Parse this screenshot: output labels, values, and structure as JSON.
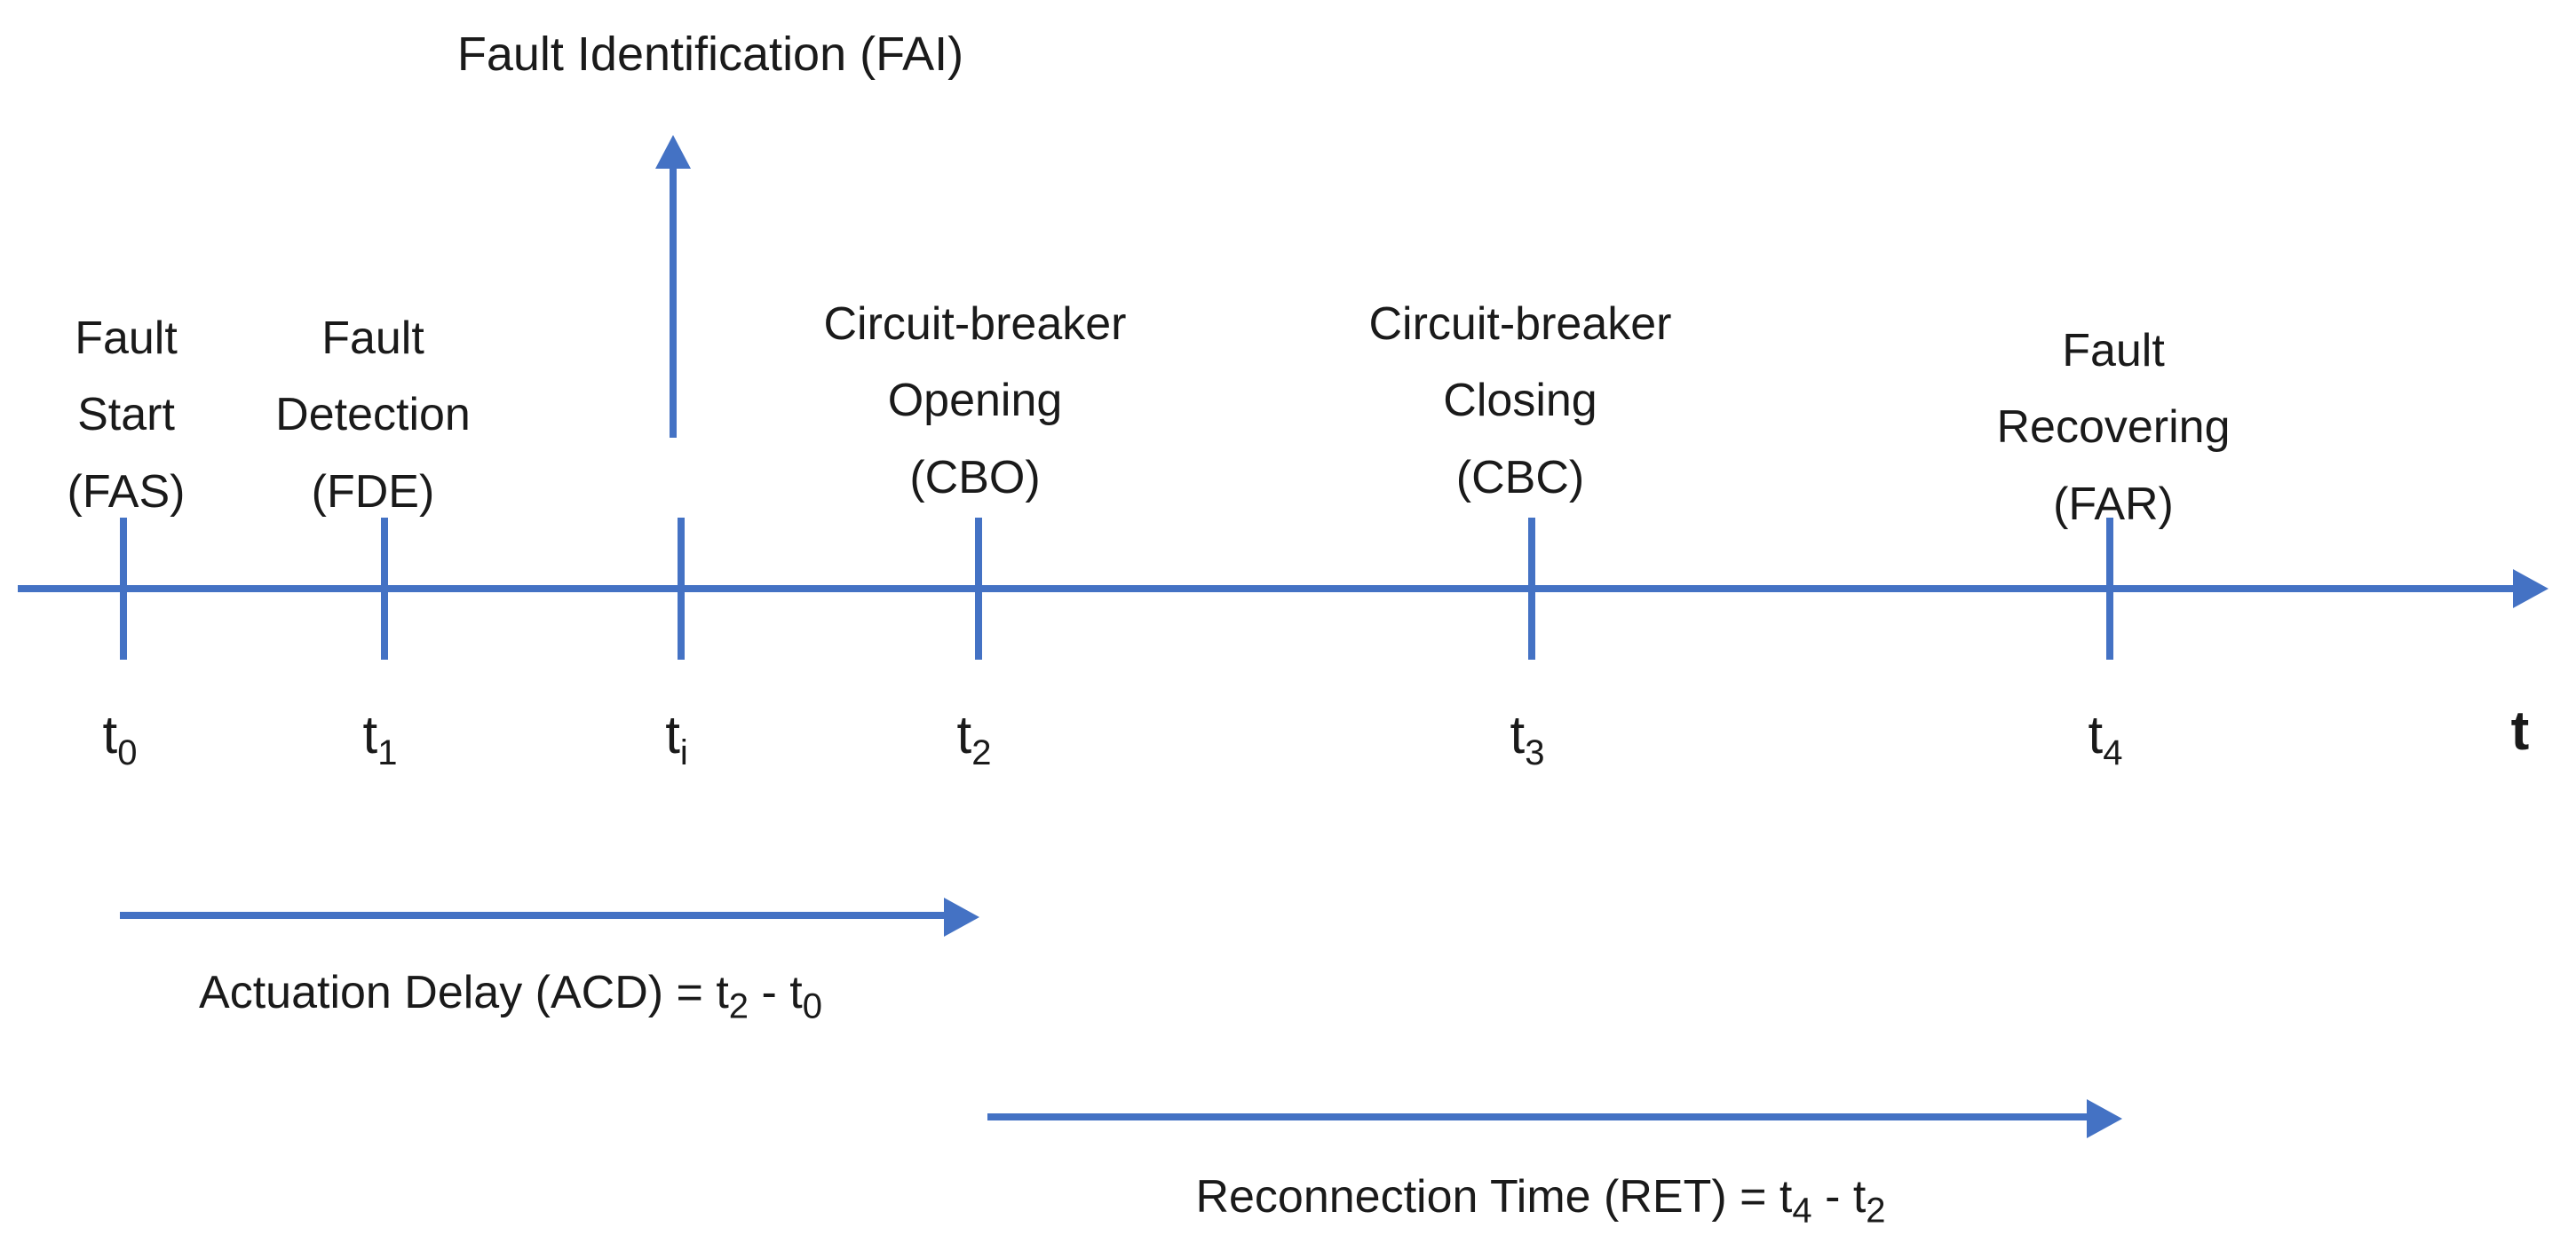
{
  "diagram": {
    "colors": {
      "accent": "#4472C4",
      "text": "#1a1a1a"
    },
    "axis": {
      "end_label": "t"
    },
    "events": [
      {
        "name": "fault-start",
        "lines": [
          "Fault",
          "Start",
          "(FAS)"
        ],
        "t_base": "t",
        "t_sub": "0"
      },
      {
        "name": "fault-detection",
        "lines": [
          "Fault",
          "Detection",
          "(FDE)"
        ],
        "t_base": "t",
        "t_sub": "1"
      },
      {
        "name": "fault-identification",
        "lines": [
          "Fault Identification (FAI)"
        ],
        "t_base": "t",
        "t_sub": "i"
      },
      {
        "name": "circuit-breaker-opening",
        "lines": [
          "Circuit-breaker",
          "Opening",
          "(CBO)"
        ],
        "t_base": "t",
        "t_sub": "2"
      },
      {
        "name": "circuit-breaker-closing",
        "lines": [
          "Circuit-breaker",
          "Closing",
          "(CBC)"
        ],
        "t_base": "t",
        "t_sub": "3"
      },
      {
        "name": "fault-recovering",
        "lines": [
          "Fault",
          "Recovering",
          "(FAR)"
        ],
        "t_base": "t",
        "t_sub": "4"
      }
    ],
    "intervals": [
      {
        "name": "actuation-delay",
        "prefix": "Actuation Delay (ACD) = t",
        "sub1": "2",
        "mid": " - t",
        "sub2": "0"
      },
      {
        "name": "reconnection-time",
        "prefix": "Reconnection Time (RET) = t",
        "sub1": "4",
        "mid": " - t",
        "sub2": "2"
      }
    ]
  }
}
